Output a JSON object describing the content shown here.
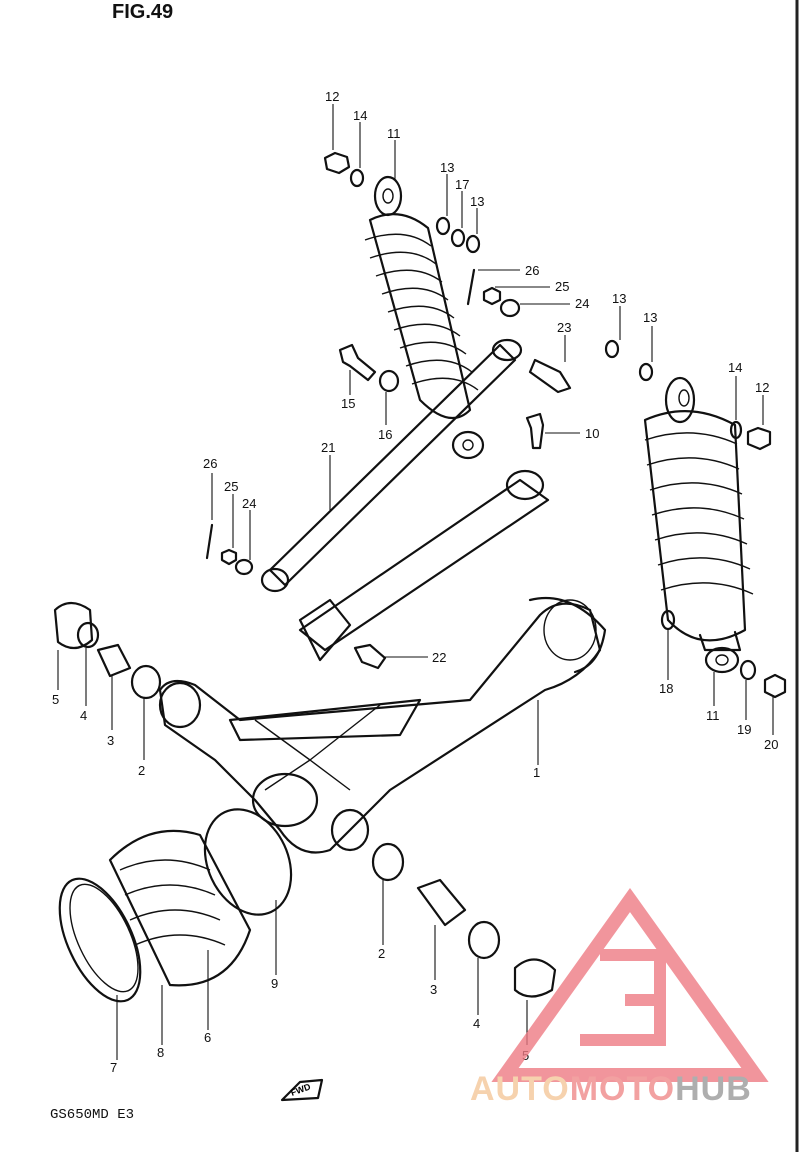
{
  "figure": {
    "title": "FIG.49",
    "model_code": "GS650MD E3",
    "fwd_label": "FWD"
  },
  "callouts": [
    {
      "id": "c12a",
      "label": "12"
    },
    {
      "id": "c14a",
      "label": "14"
    },
    {
      "id": "c11a",
      "label": "11"
    },
    {
      "id": "c13a",
      "label": "13"
    },
    {
      "id": "c17",
      "label": "17"
    },
    {
      "id": "c13b",
      "label": "13"
    },
    {
      "id": "c26a",
      "label": "26"
    },
    {
      "id": "c25a",
      "label": "25"
    },
    {
      "id": "c24a",
      "label": "24"
    },
    {
      "id": "c13c",
      "label": "13"
    },
    {
      "id": "c13d",
      "label": "13"
    },
    {
      "id": "c23",
      "label": "23"
    },
    {
      "id": "c15",
      "label": "15"
    },
    {
      "id": "c16",
      "label": "16"
    },
    {
      "id": "c10",
      "label": "10"
    },
    {
      "id": "c14b",
      "label": "14"
    },
    {
      "id": "c12b",
      "label": "12"
    },
    {
      "id": "c21",
      "label": "21"
    },
    {
      "id": "c26b",
      "label": "26"
    },
    {
      "id": "c25b",
      "label": "25"
    },
    {
      "id": "c24b",
      "label": "24"
    },
    {
      "id": "c22",
      "label": "22"
    },
    {
      "id": "c5a",
      "label": "5"
    },
    {
      "id": "c4a",
      "label": "4"
    },
    {
      "id": "c3a",
      "label": "3"
    },
    {
      "id": "c2a",
      "label": "2"
    },
    {
      "id": "c1",
      "label": "1"
    },
    {
      "id": "c18",
      "label": "18"
    },
    {
      "id": "c11b",
      "label": "11"
    },
    {
      "id": "c19",
      "label": "19"
    },
    {
      "id": "c20",
      "label": "20"
    },
    {
      "id": "c9",
      "label": "9"
    },
    {
      "id": "c2b",
      "label": "2"
    },
    {
      "id": "c3b",
      "label": "3"
    },
    {
      "id": "c4b",
      "label": "4"
    },
    {
      "id": "c5b",
      "label": "5"
    },
    {
      "id": "c6",
      "label": "6"
    },
    {
      "id": "c7",
      "label": "7"
    },
    {
      "id": "c8",
      "label": "8"
    }
  ],
  "watermark": {
    "part1": "AUTO",
    "part2": "MOTO",
    "part3": "HUB",
    "colors": {
      "auto": "#f5c89a",
      "moto": "#f08a8a",
      "hub": "#9a9a9a",
      "mark": "#ee7b84"
    }
  }
}
